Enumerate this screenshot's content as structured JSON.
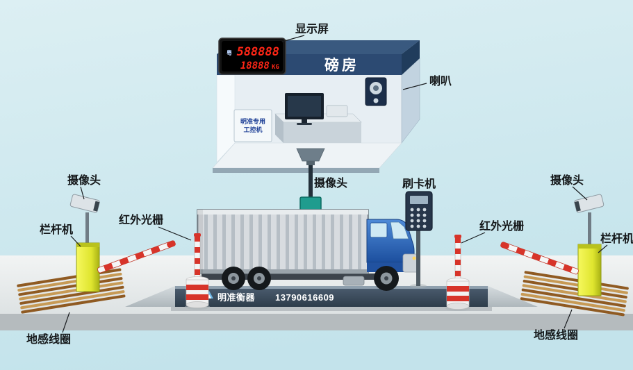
{
  "labels": {
    "display_screen": "显示屏",
    "weigh_house": "磅房",
    "speaker": "喇叭",
    "industrial_pc_line1": "明准专用",
    "industrial_pc_line2": "工控机",
    "camera_center": "摄像头",
    "camera_left": "摄像头",
    "camera_right": "摄像头",
    "card_reader": "刷卡机",
    "ir_curtain_left": "红外光栅",
    "ir_curtain_right": "红外光栅",
    "barrier_gate_left": "栏杆机",
    "barrier_gate_right": "栏杆机",
    "ground_coil_left": "地感线圈",
    "ground_coil_right": "地感线圈"
  },
  "led": {
    "plate_prefix": "粤",
    "line1": "588888",
    "line2": "18888",
    "unit": "KG"
  },
  "platform": {
    "brand": "明准衡器",
    "phone": "13790616609"
  },
  "colors": {
    "accent_red": "#ff2616",
    "roof_navy": "#2c4a72",
    "camera_teal": "#1f9c8e",
    "stripe_red": "#d7342a"
  }
}
